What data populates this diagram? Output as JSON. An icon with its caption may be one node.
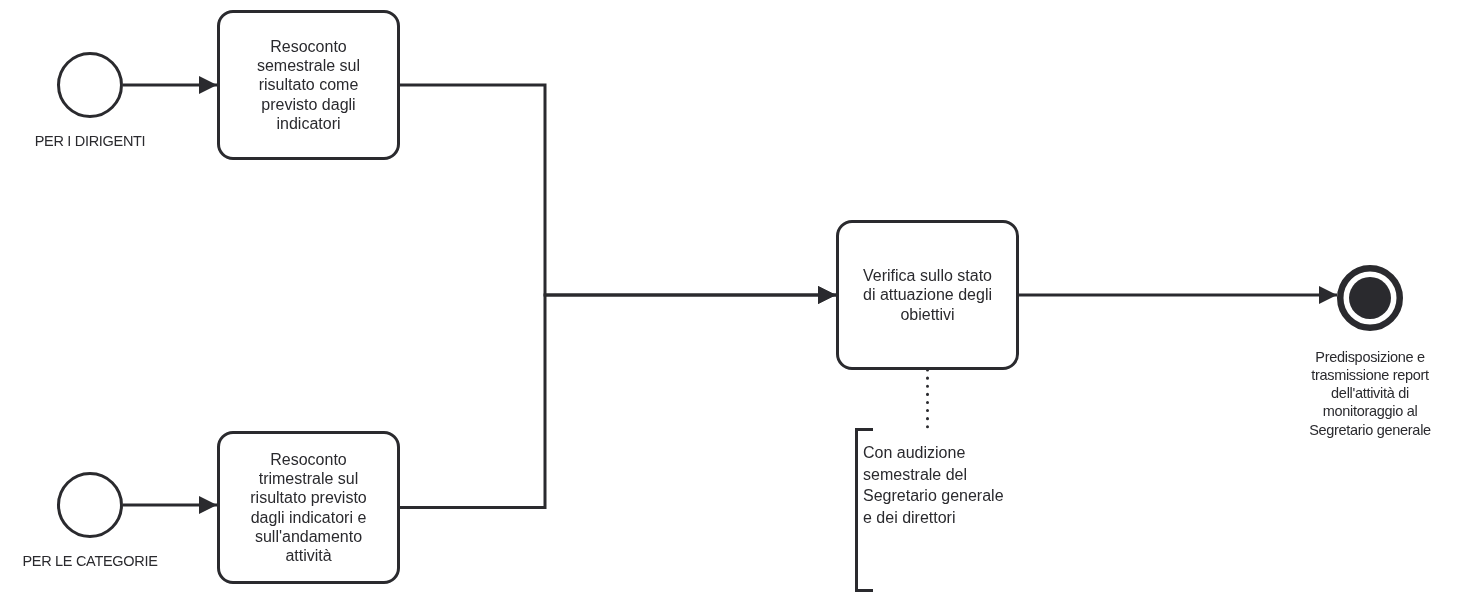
{
  "diagram": {
    "nodes": [
      {
        "text": [
          "PER I DIRIGENTI"
        ]
      },
      {
        "text": [
          "Resoconto semestrale sul risultato come previsto dagli indicatori"
        ]
      },
      {
        "text": [
          "PER LE CATEGORIE"
        ]
      },
      {
        "text": [
          "Resoconto trimestrale sul risultato previsto dagli indicatori e sull'andamento attività"
        ]
      },
      {
        "text": [
          "Verifica sullo stato di attuazione degli obiettivi"
        ]
      },
      {
        "text": [
          "Con audizione semestrale del Segretario generale e dei direttori"
        ]
      },
      {
        "text": [
          "Predisposizione e trasmissione report dell'attività di monitoraggio al Segretario generale"
        ]
      }
    ],
    "edges": [
      {
        "from": 0,
        "to": 1,
        "arrow": "to"
      },
      {
        "from": 2,
        "to": 3,
        "arrow": "to"
      },
      {
        "from": 1,
        "to": 4,
        "arrow": "to"
      },
      {
        "from": 3,
        "to": 4,
        "arrow": "to"
      },
      {
        "from": 4,
        "to": 6,
        "arrow": "to"
      },
      {
        "from": 4,
        "to": 5,
        "arrow": "none",
        "style": "dashed"
      }
    ]
  }
}
